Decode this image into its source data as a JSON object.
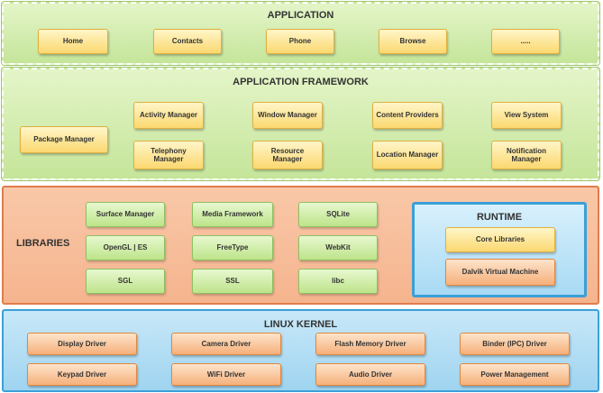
{
  "application": {
    "title": "APPLICATION",
    "items": [
      "Home",
      "Contacts",
      "Phone",
      "Browse",
      "....."
    ]
  },
  "framework": {
    "title": "APPLICATION FRAMEWORK",
    "package_manager": "Package Manager",
    "row1": [
      "Activity Manager",
      "Window Manager",
      "Content Providers",
      "View System"
    ],
    "row2": [
      "Telephony Manager",
      "Resource Manager",
      "Location Manager",
      "Notification Manager"
    ]
  },
  "libraries": {
    "title": "LIBRARIES",
    "items": [
      "Surface Manager",
      "Media Framework",
      "SQLite",
      "OpenGL | ES",
      "FreeType",
      "WebKit",
      "SGL",
      "SSL",
      "libc"
    ]
  },
  "runtime": {
    "title": "RUNTIME",
    "items": [
      "Core Libraries",
      "Dalvik Virtual Machine"
    ]
  },
  "kernel": {
    "title": "LINUX KERNEL",
    "items": [
      "Display Driver",
      "Camera Driver",
      "Flash Memory Driver",
      "Binder (IPC) Driver",
      "Keypad Driver",
      "WiFi Driver",
      "Audio Driver",
      "Power Management"
    ]
  }
}
